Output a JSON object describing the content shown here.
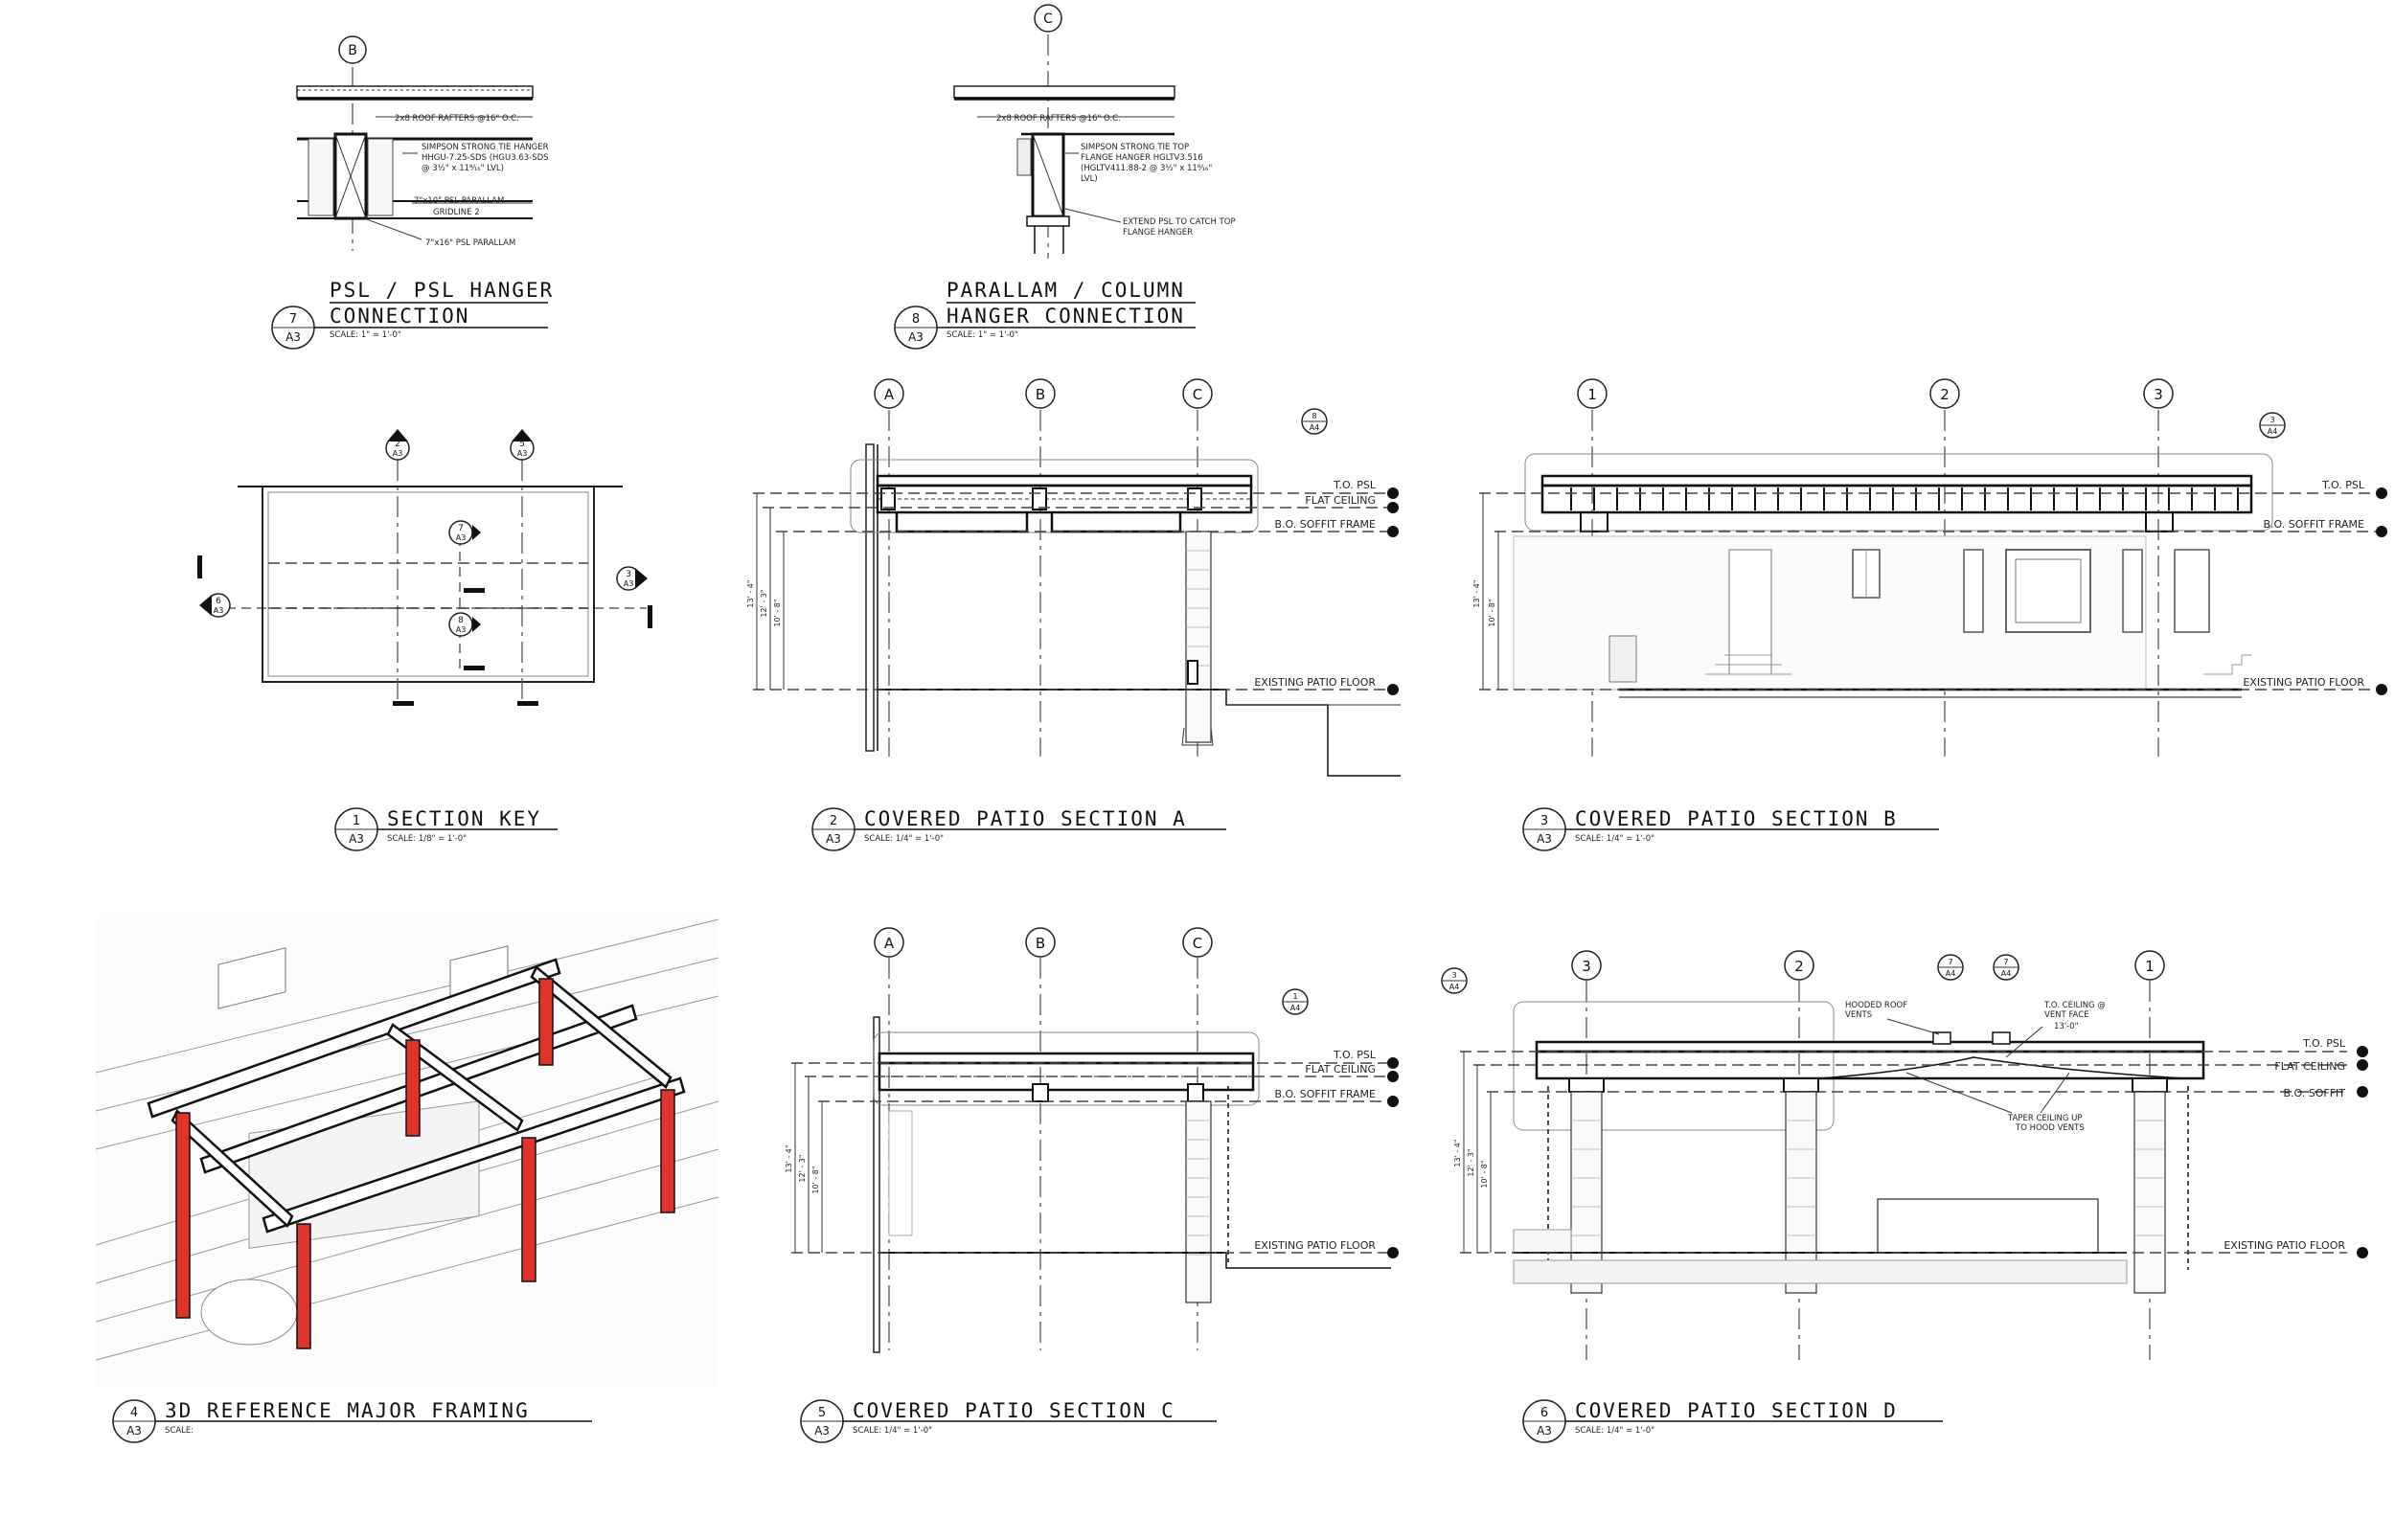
{
  "details": [
    {
      "num": "7",
      "sheet": "A3",
      "title1": "PSL / PSL HANGER",
      "title2": "CONNECTION",
      "scale": "SCALE:  1\" = 1'-0\""
    },
    {
      "num": "8",
      "sheet": "A3",
      "title1": "PARALLAM / COLUMN",
      "title2": "HANGER CONNECTION",
      "scale": "SCALE:  1\" = 1'-0\""
    },
    {
      "num": "1",
      "sheet": "A3",
      "title1": "SECTION KEY",
      "scale": "SCALE:  1/8\" = 1'-0\""
    },
    {
      "num": "2",
      "sheet": "A3",
      "title1": "COVERED PATIO SECTION A",
      "scale": "SCALE:  1/4\" = 1'-0\""
    },
    {
      "num": "3",
      "sheet": "A3",
      "title1": "COVERED PATIO SECTION B",
      "scale": "SCALE:  1/4\" = 1'-0\""
    },
    {
      "num": "4",
      "sheet": "A3",
      "title1": "3D REFERENCE MAJOR FRAMING",
      "scale": "SCALE:"
    },
    {
      "num": "5",
      "sheet": "A3",
      "title1": "COVERED PATIO SECTION C",
      "scale": "SCALE:  1/4\" = 1'-0\""
    },
    {
      "num": "6",
      "sheet": "A3",
      "title1": "COVERED PATIO SECTION D",
      "scale": "SCALE:  1/4\" = 1'-0\""
    }
  ],
  "gridlines": {
    "A": "A",
    "B": "B",
    "C": "C",
    "n1": "1",
    "n2": "2",
    "n3": "3"
  },
  "notes7": {
    "rafters": "2x8 ROOF RAFTERS @16\" O.C.",
    "hanger1": "SIMPSON STRONG TIE HANGER",
    "hanger2": "HHGU-7.25-SDS (HGU3.63-SDS",
    "hanger3": "@ 3½\" x 11⁸⁄₁₆\" LVL)",
    "psl1": "7\"x10\" PSL PARALLAM",
    "psl1b": "GRIDLINE 2",
    "psl2": "7\"x16\" PSL PARALLAM"
  },
  "notes8": {
    "rafters": "2x8 ROOF RAFTERS @16\" O.C.",
    "tie1": "SIMPSON STRONG TIE TOP",
    "tie2": "FLANGE HANGER HGLTV3.516",
    "tie3": "(HGLTV411.88-2 @ 3½\" x 11⁸⁄₁₆\"",
    "tie4": "LVL)",
    "ext1": "EXTEND PSL TO CATCH TOP",
    "ext2": "FLANGE HANGER"
  },
  "levels": {
    "to_psl": "T.O. PSL",
    "flat_ceiling": "FLAT CEILING",
    "bo_soffit_frame": "B.O. SOFFIT FRAME",
    "bo_soffit": "B.O. SOFFIT",
    "patio_floor": "EXISTING PATIO FLOOR"
  },
  "dims": {
    "d1": "13' - 4\"",
    "d2": "12' - 3\"",
    "d3": "10' - 8\""
  },
  "callouts": {
    "hooded": "HOODED ROOF",
    "hooded2": "VENTS",
    "toceil1": "T.O. CEILING @",
    "toceil2": "VENT FACE",
    "toceil3": "13'-0\"",
    "taper1": "TAPER CEILING UP",
    "taper2": "TO HOOD VENTS"
  },
  "refs": {
    "a4": "A4",
    "a3": "A3",
    "r8": "8",
    "r3": "3",
    "r1": "1",
    "r7": "7",
    "r2": "2",
    "r5": "5",
    "r6": "6"
  },
  "colors": {
    "highlight": "#e0342a",
    "line": "#111111"
  }
}
